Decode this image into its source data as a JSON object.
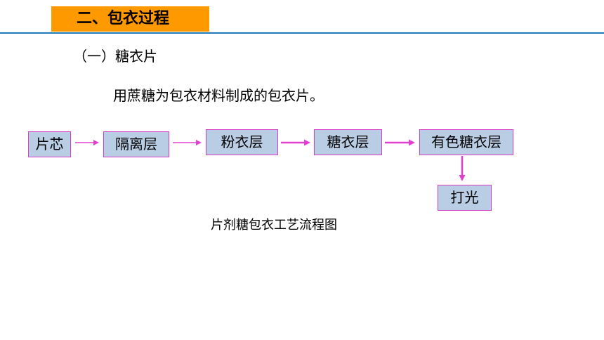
{
  "section_title": "二、包衣过程",
  "subheading": "（一）糖衣片",
  "description": "用蔗糖为包衣材料制成的包衣片。",
  "flow": {
    "steps": [
      "片芯",
      "隔离层",
      "粉衣层",
      "糖衣层",
      "有色糖衣层",
      "打光"
    ],
    "caption": "片剂糖包衣工艺流程图"
  },
  "colors": {
    "title_background": "#ff9900",
    "header_rule": "#1f7ab8",
    "step_fill": "#b9cde5",
    "arrow": "#e040d0"
  }
}
